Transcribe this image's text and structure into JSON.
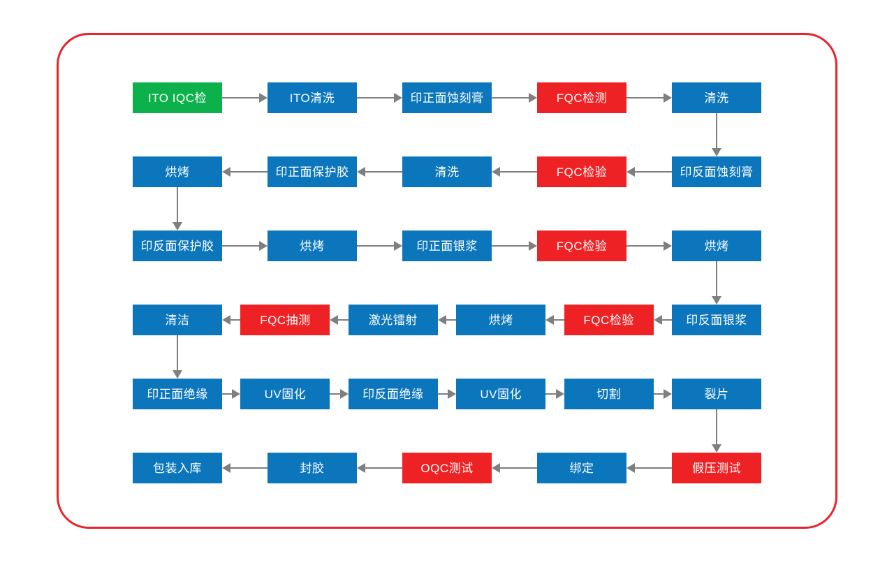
{
  "diagram": {
    "description": "Touch panel / ITO production process flowchart",
    "colors": {
      "process_box": "#0b76bc",
      "inspect_box": "#ee2224",
      "start_box": "#0db14b",
      "arrow": "#7f7f7f",
      "frame_border": "#e8232a",
      "box_text": "#ffffff",
      "background": "#ffffff"
    }
  },
  "flow": {
    "rows": [
      {
        "direction": "right",
        "nodes": [
          {
            "label": "ITO IQC检",
            "type": "start"
          },
          {
            "label": "ITO清洗",
            "type": "process"
          },
          {
            "label": "印正面蚀刻膏",
            "type": "process"
          },
          {
            "label": "FQC检测",
            "type": "inspect"
          },
          {
            "label": "清洗",
            "type": "process"
          }
        ]
      },
      {
        "direction": "left",
        "nodes": [
          {
            "label": "烘烤",
            "type": "process"
          },
          {
            "label": "印正面保护胶",
            "type": "process"
          },
          {
            "label": "清洗",
            "type": "process"
          },
          {
            "label": "FQC检验",
            "type": "inspect"
          },
          {
            "label": "印反面蚀刻膏",
            "type": "process"
          }
        ]
      },
      {
        "direction": "right",
        "nodes": [
          {
            "label": "印反面保护胶",
            "type": "process"
          },
          {
            "label": "烘烤",
            "type": "process"
          },
          {
            "label": "印正面银浆",
            "type": "process"
          },
          {
            "label": "FQC检验",
            "type": "inspect"
          },
          {
            "label": "烘烤",
            "type": "process"
          }
        ]
      },
      {
        "direction": "left",
        "nodes": [
          {
            "label": "清洁",
            "type": "process"
          },
          {
            "label": "FQC抽测",
            "type": "inspect"
          },
          {
            "label": "激光镭射",
            "type": "process"
          },
          {
            "label": "烘烤",
            "type": "process"
          },
          {
            "label": "FQC检验",
            "type": "inspect"
          },
          {
            "label": "印反面银浆",
            "type": "process"
          }
        ]
      },
      {
        "direction": "right",
        "nodes": [
          {
            "label": "印正面绝缘",
            "type": "process"
          },
          {
            "label": "UV固化",
            "type": "process"
          },
          {
            "label": "印反面绝缘",
            "type": "process"
          },
          {
            "label": "UV固化",
            "type": "process"
          },
          {
            "label": "切割",
            "type": "process"
          },
          {
            "label": "裂片",
            "type": "process"
          }
        ]
      },
      {
        "direction": "left",
        "nodes": [
          {
            "label": "包装入库",
            "type": "process"
          },
          {
            "label": "封胶",
            "type": "process"
          },
          {
            "label": "OQC测试",
            "type": "inspect"
          },
          {
            "label": "绑定",
            "type": "process"
          },
          {
            "label": "假压测试",
            "type": "inspect"
          }
        ]
      }
    ]
  }
}
